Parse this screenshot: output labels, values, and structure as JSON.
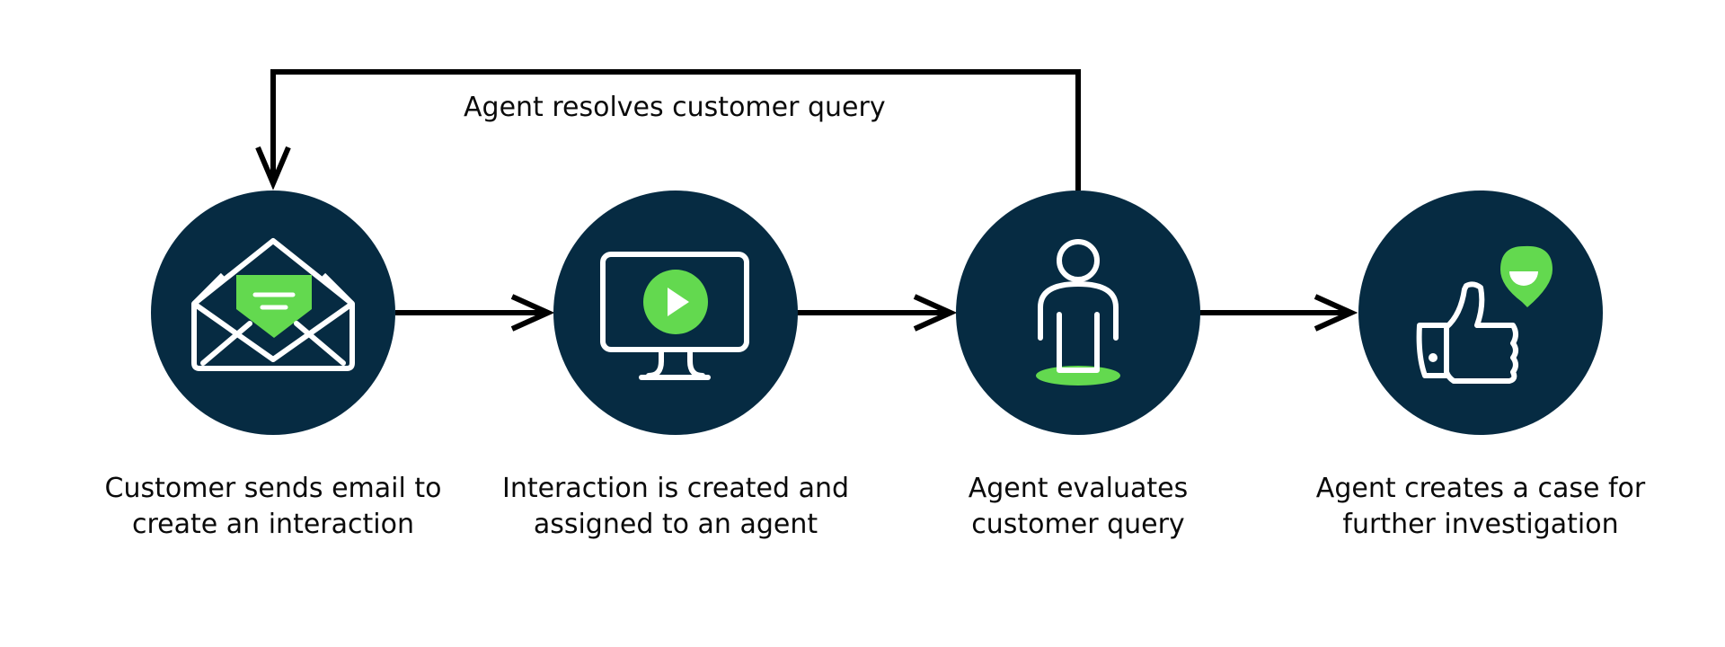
{
  "colors": {
    "circle": "#062B42",
    "accent": "#63D94F",
    "icon_stroke": "#ffffff",
    "arrow": "#000000"
  },
  "loop": {
    "label": "Agent resolves customer query"
  },
  "steps": [
    {
      "icon": "envelope-icon",
      "line1": "Customer sends email to",
      "line2": "create an interaction"
    },
    {
      "icon": "monitor-play-icon",
      "line1": "Interaction is created and",
      "line2": "assigned to an agent"
    },
    {
      "icon": "person-icon",
      "line1": "Agent evaluates",
      "line2": "customer query"
    },
    {
      "icon": "thumbs-up-icon",
      "line1": "Agent creates a case for",
      "line2": "further investigation"
    }
  ]
}
